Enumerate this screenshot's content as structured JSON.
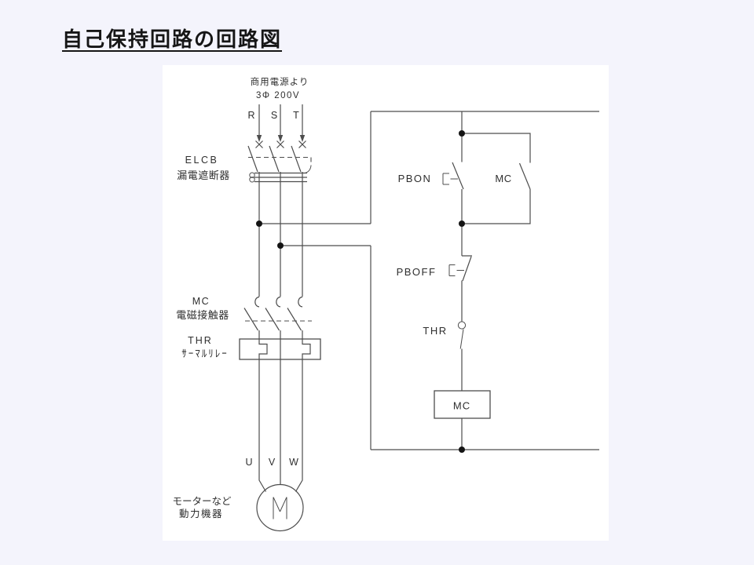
{
  "page": {
    "background": "#f4f4fc",
    "panel_background": "#ffffff",
    "line_color": "#4d4d4d",
    "text_color": "#2e2e2e"
  },
  "title": "自己保持回路の回路図",
  "diagram": {
    "source": {
      "line1": "商用電源より",
      "line2": "3Φ 200V"
    },
    "phase_labels": [
      "R",
      "S",
      "T"
    ],
    "elcb": {
      "name": "ELCB",
      "desc": "漏電遮断器"
    },
    "contactor": {
      "name": "MC",
      "desc": "電磁接触器"
    },
    "thermal_relay": {
      "name": "THR",
      "desc": "ｻｰﾏﾙﾘﾚｰ"
    },
    "motor": {
      "terminals": [
        "U",
        "V",
        "W"
      ],
      "symbol": "M",
      "desc1": "モーターなど",
      "desc2": "動力機器"
    },
    "control": {
      "pbon_label": "PBON",
      "mc_aux_label": "MC",
      "pboff_label": "PBOFF",
      "thr_contact_label": "THR",
      "mc_coil_label": "MC"
    }
  }
}
